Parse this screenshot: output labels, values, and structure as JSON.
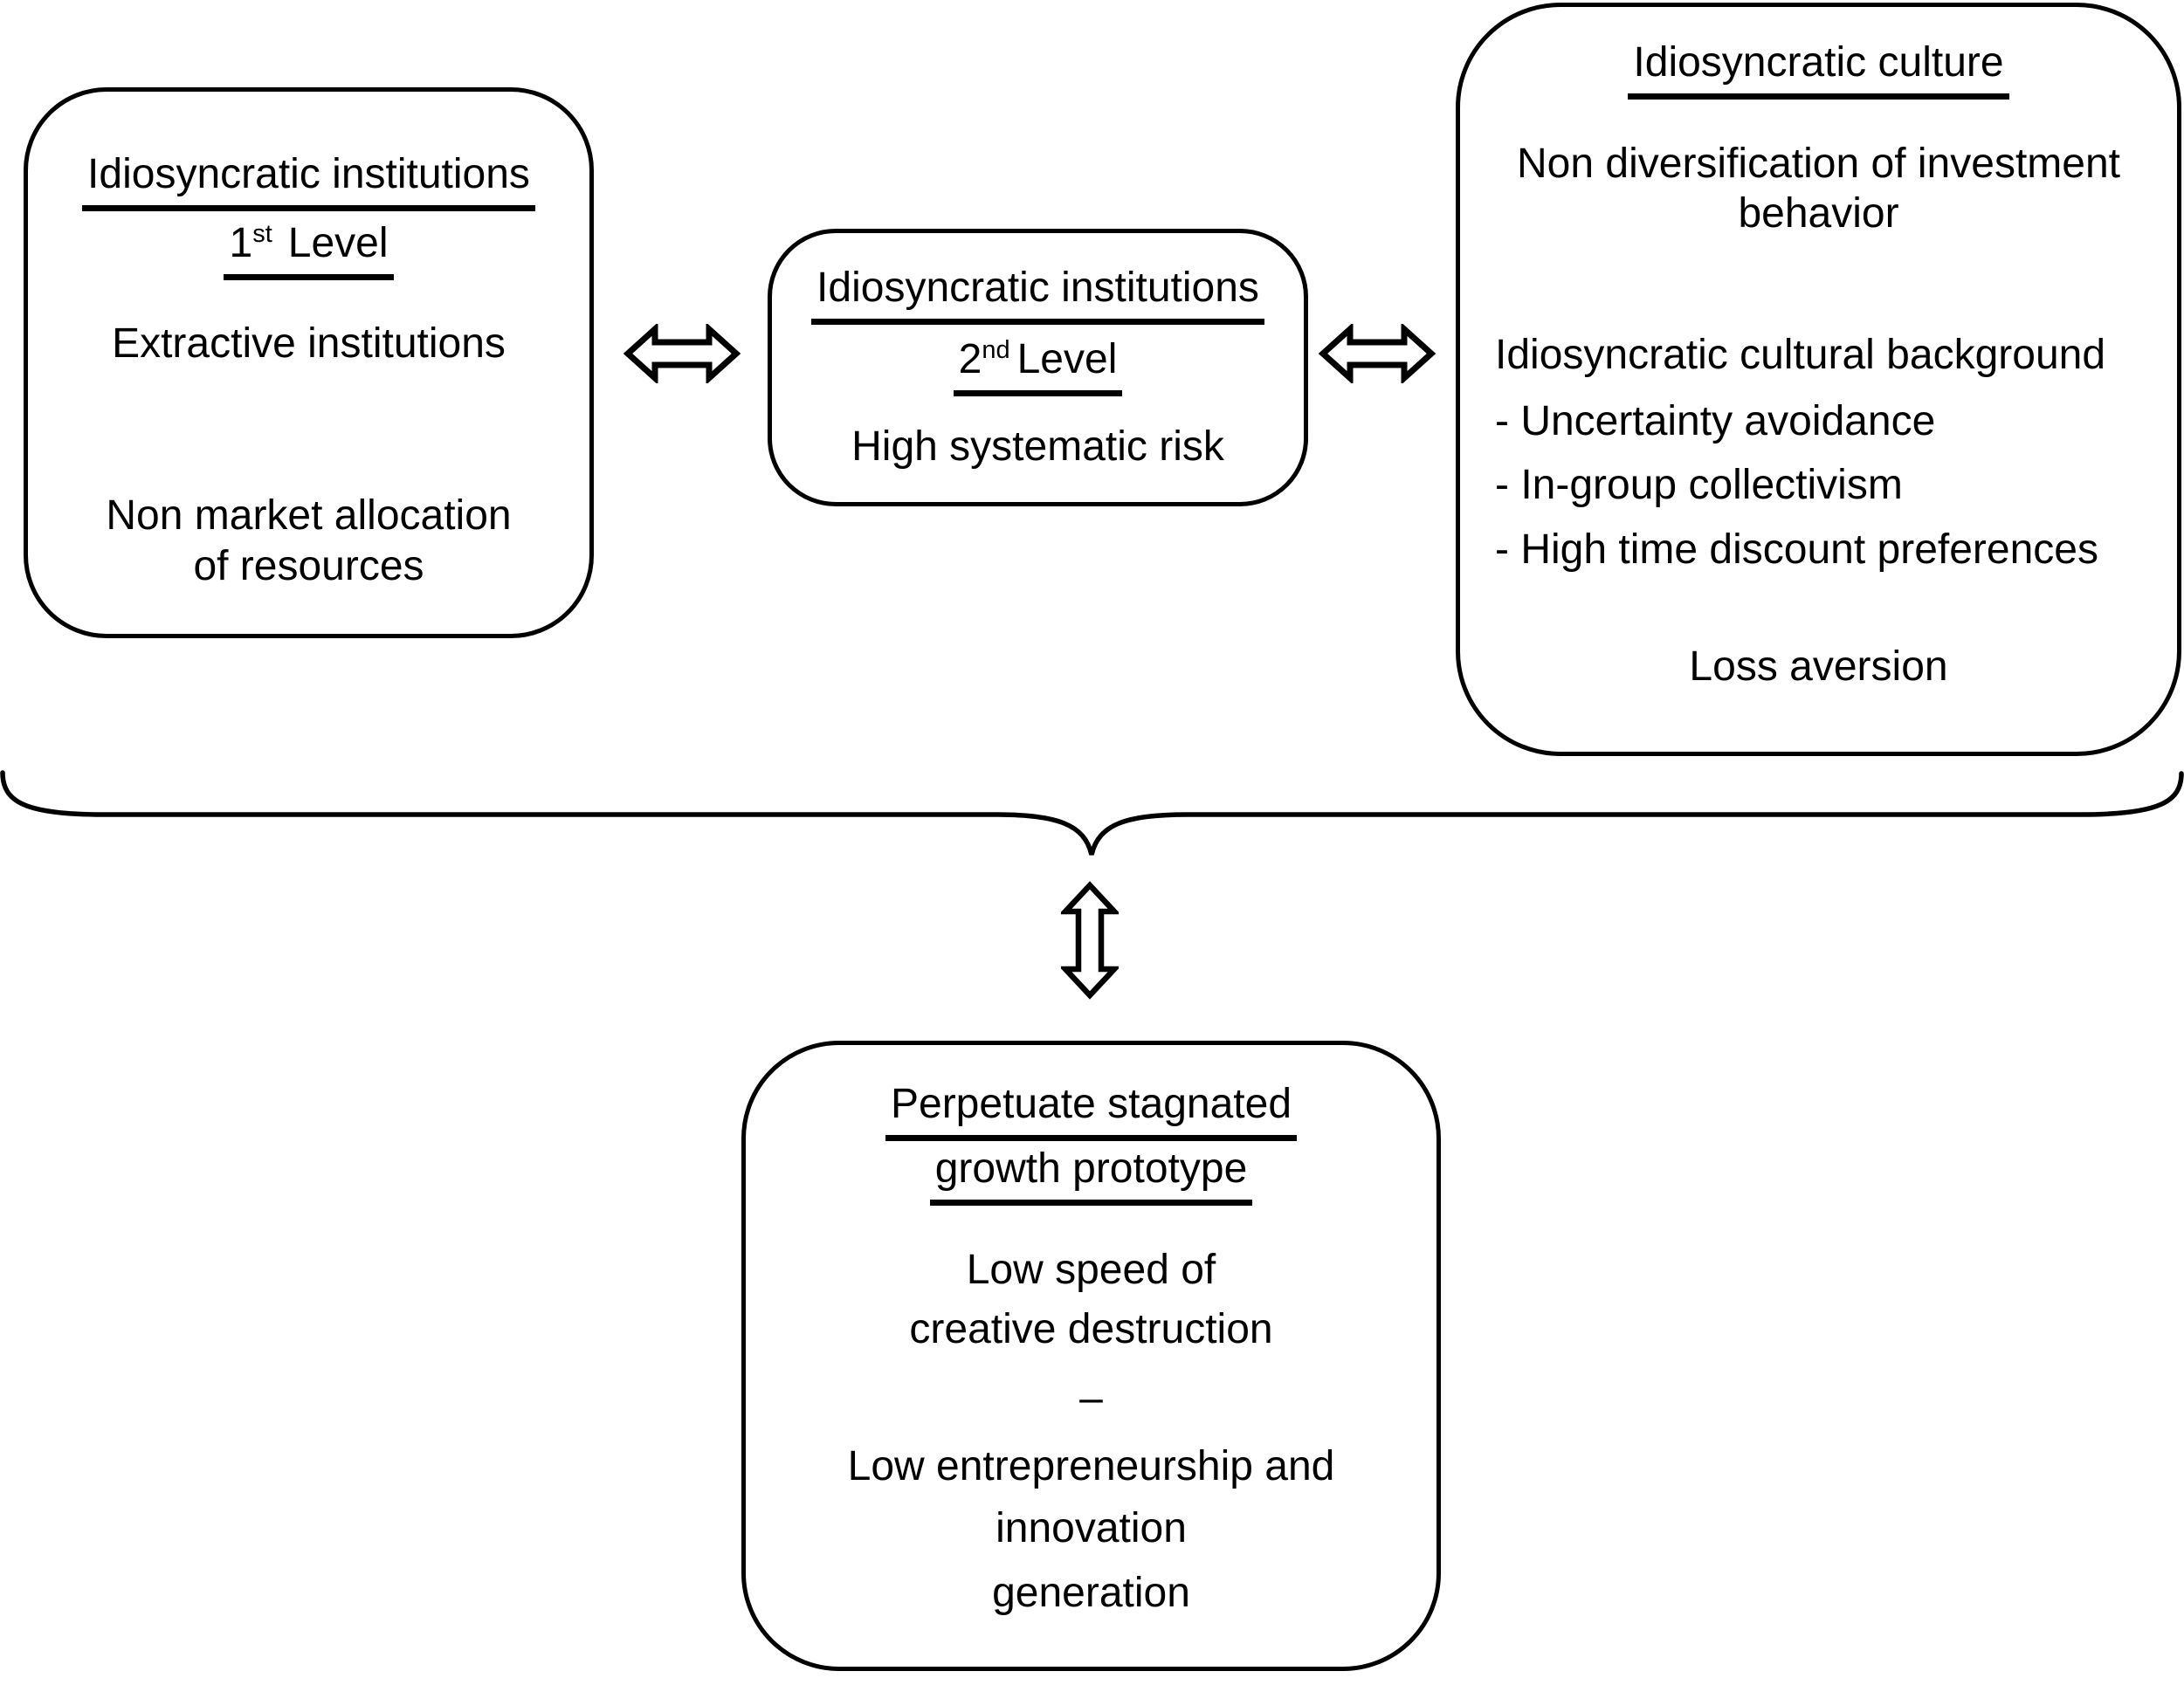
{
  "canvas": {
    "background": "#ffffff",
    "ink": "#000000"
  },
  "level1_box": {
    "title": "Idiosyncratic institutions",
    "level_num": "1",
    "level_sup": "st",
    "level_word": "Level",
    "item1": "Extractive institutions",
    "item2": "Non market allocation\nof resources"
  },
  "level2_box": {
    "title": "Idiosyncratic institutions",
    "level_num": "2",
    "level_sup": "nd",
    "level_word": "Level",
    "item1": "High systematic risk"
  },
  "culture_box": {
    "title": "Idiosyncratic culture",
    "para": "Non diversification of investment\nbehavior",
    "subheading": "Idiosyncratic cultural background",
    "bullets": [
      "- Uncertainty avoidance",
      "- In-group collectivism",
      "- High time discount preferences"
    ],
    "footer": "Loss aversion"
  },
  "outcome_box": {
    "title_line1": "Perpetuate stagnated",
    "title_line2": "growth prototype",
    "line1": "Low speed of",
    "line2": "creative destruction",
    "line3": "–",
    "line4": "Low entrepreneurship and",
    "line5": "innovation",
    "line6": "generation"
  },
  "icons": {
    "left_middle_link": "double-horizontal-arrow",
    "middle_right_link": "double-horizontal-arrow",
    "top_bottom_link": "double-vertical-arrow",
    "grouping": "curly-brace-down"
  }
}
